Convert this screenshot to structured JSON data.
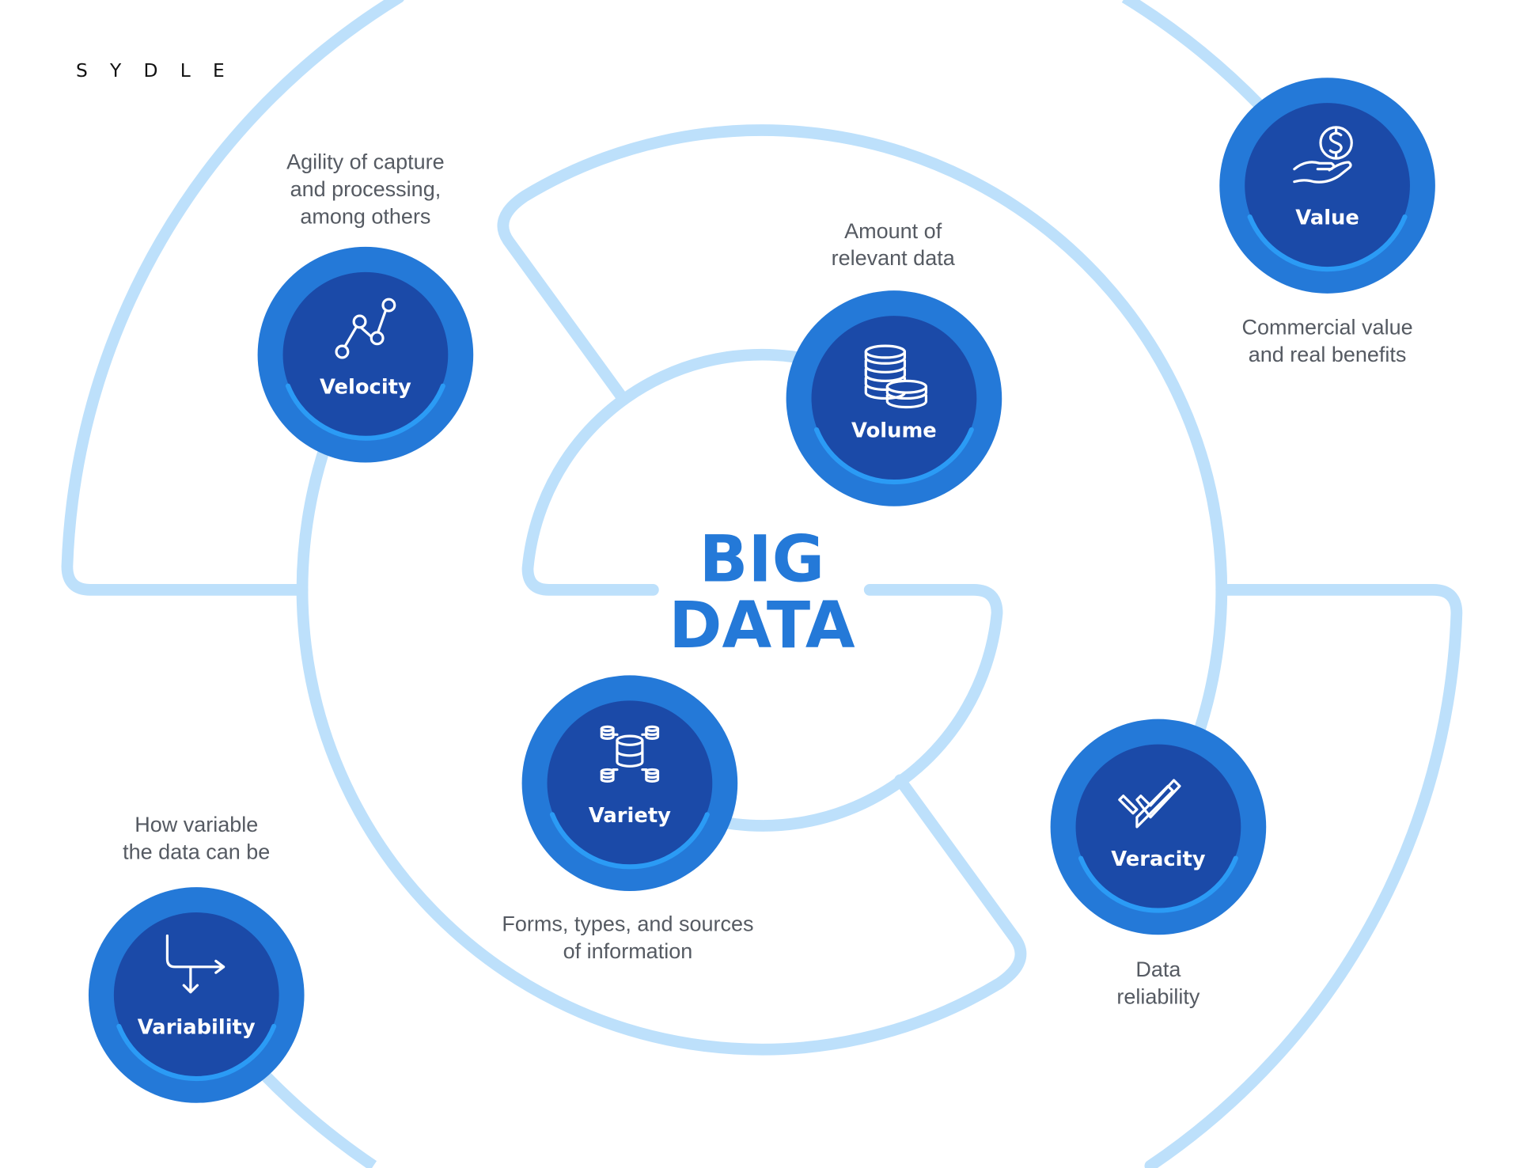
{
  "logo": "SYDLE",
  "title": {
    "line1": "BIG",
    "line2": "DATA"
  },
  "colors": {
    "ring": "#bde0fb",
    "node_outer": "#2479d8",
    "node_inner": "#1b4aa8",
    "node_arc": "#2b9bf5",
    "title": "#2479d8",
    "text": "#555a62"
  },
  "nodes": [
    {
      "id": "velocity",
      "label": "Velocity",
      "icon": "line-chart-icon",
      "description": [
        "Agility of capture",
        "and processing,",
        "among others"
      ]
    },
    {
      "id": "volume",
      "label": "Volume",
      "icon": "coin-stack-icon",
      "description": [
        "Amount of",
        "relevant data"
      ]
    },
    {
      "id": "value",
      "label": "Value",
      "icon": "hand-dollar-icon",
      "description": [
        "Commercial value",
        "and real benefits"
      ]
    },
    {
      "id": "variety",
      "label": "Variety",
      "icon": "database-network-icon",
      "description": [
        "Forms, types, and sources",
        "of information"
      ]
    },
    {
      "id": "veracity",
      "label": "Veracity",
      "icon": "double-check-icon",
      "description": [
        "Data",
        "reliability"
      ]
    },
    {
      "id": "variability",
      "label": "Variability",
      "icon": "branch-arrow-icon",
      "description": [
        "How variable",
        "the data can be"
      ]
    }
  ]
}
